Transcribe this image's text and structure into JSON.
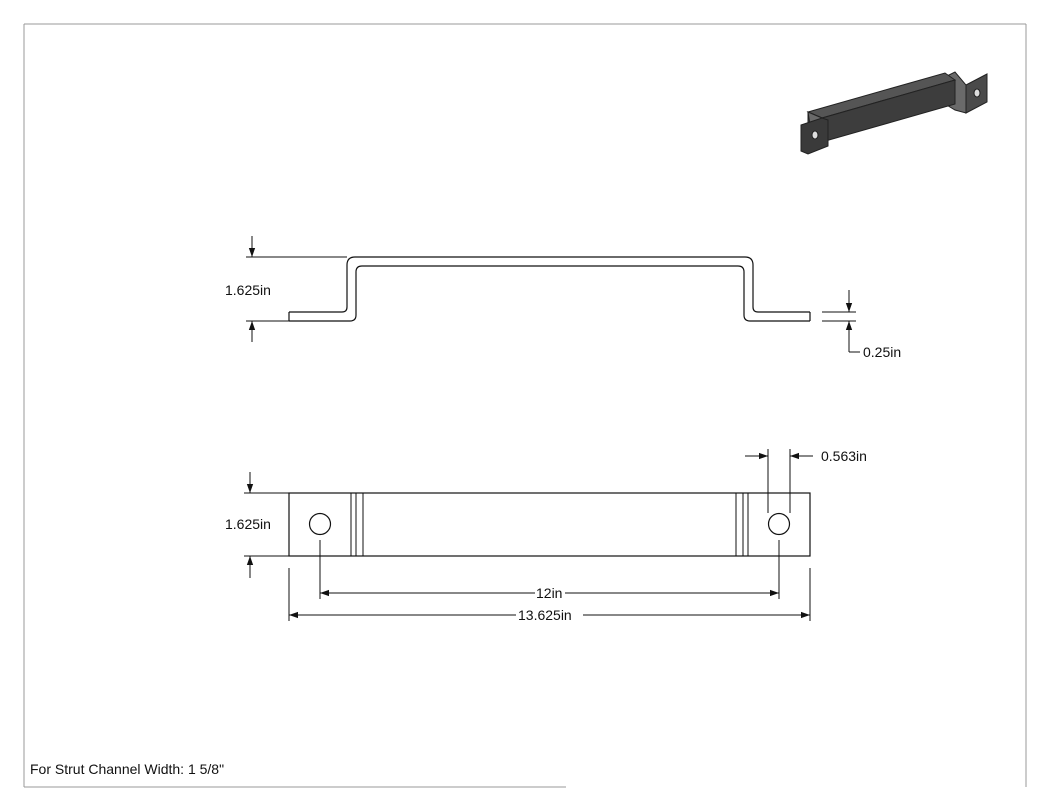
{
  "drawing": {
    "side_view": {
      "height_label": "1.625in",
      "thickness_label": "0.25in"
    },
    "top_view": {
      "width_label": "1.625in",
      "hole_label": "0.563in",
      "hole_spacing_label": "12in",
      "overall_length_label": "13.625in"
    },
    "note": "For Strut Channel Width: 1 5/8\""
  },
  "colors": {
    "line": "#111111",
    "border": "#888888",
    "part_dark": "#3a3a3a",
    "part_face": "#5a5a5a"
  }
}
